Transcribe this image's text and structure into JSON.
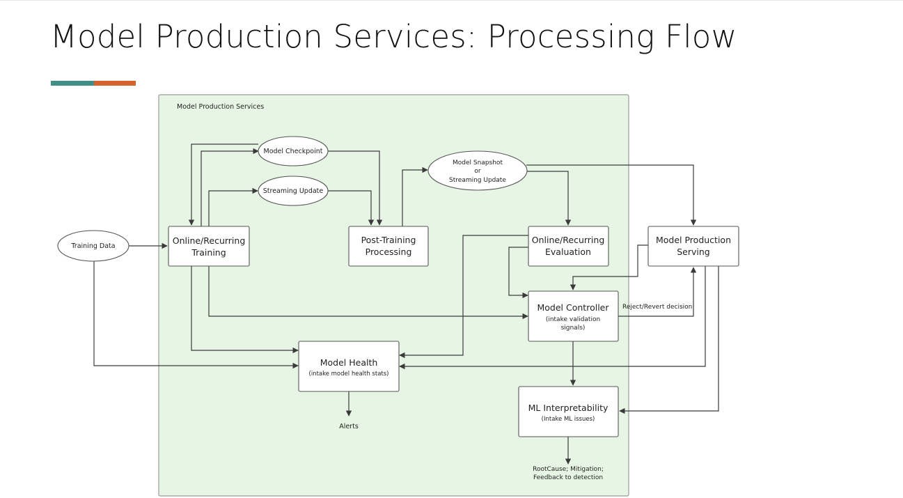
{
  "slide": {
    "title": "Model Production Services: Processing Flow"
  },
  "colors": {
    "accent_teal": "#3f8f86",
    "accent_orange": "#d5632c",
    "container_fill": "#e7f6e4"
  },
  "diagram": {
    "container_label": "Model Production Services",
    "nodes": {
      "training_data": {
        "lines": [
          "Training Data"
        ]
      },
      "model_checkpoint": {
        "lines": [
          "Model Checkpoint"
        ]
      },
      "streaming_update": {
        "lines": [
          "Streaming Update"
        ]
      },
      "model_snapshot": {
        "lines": [
          "Model Snapshot",
          "or",
          "Streaming Update"
        ]
      },
      "online_training": {
        "lines": [
          "Online/Recurring",
          "Training"
        ]
      },
      "post_training": {
        "lines": [
          "Post-Training",
          "Processing"
        ]
      },
      "online_evaluation": {
        "lines": [
          "Online/Recurring",
          "Evaluation"
        ]
      },
      "model_serving": {
        "lines": [
          "Model Production",
          "Serving"
        ]
      },
      "model_controller": {
        "lines": [
          "Model Controller",
          "(intake validation",
          "signals)"
        ]
      },
      "model_health": {
        "lines": [
          "Model Health",
          "(intake model health stats)"
        ]
      },
      "ml_interpretability": {
        "lines": [
          "ML Interpretability",
          "(Intake ML issues)"
        ]
      }
    },
    "labels": {
      "reject_revert": "Reject/Revert decision",
      "alerts": "Alerts",
      "root_cause": [
        "RootCause; Mitigation;",
        "Feedback to detection"
      ]
    }
  }
}
